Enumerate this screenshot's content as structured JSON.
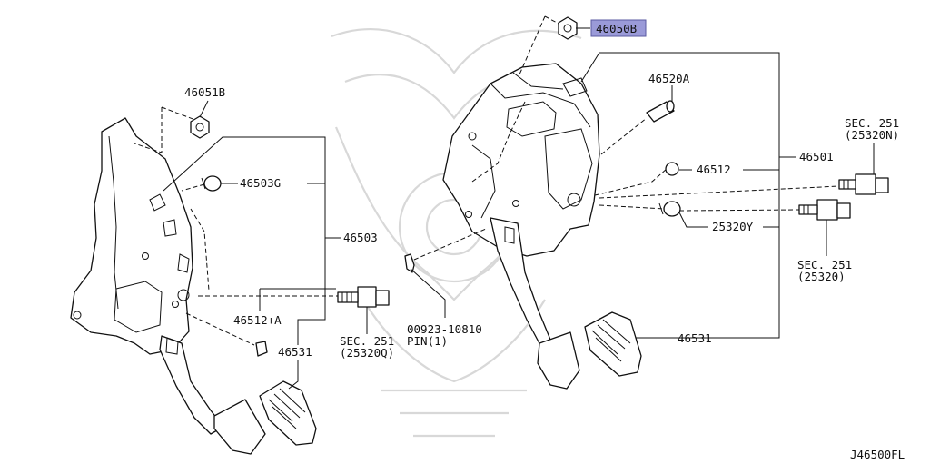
{
  "diagram_id": "J46500FL",
  "highlight_color": "#9a9ad8",
  "labels": {
    "p46050b": "46050B",
    "p46051b": "46051B",
    "p46503g": "46503G",
    "p46503": "46503",
    "p46512a": "46512+A",
    "p46531_left": "46531",
    "sec_253200_a": "SEC. 251",
    "sec_253200_b": "(25320Q)",
    "pin_a": "00923-10810",
    "pin_b": "PIN(1)",
    "p46520a": "46520A",
    "p46512": "46512",
    "p46501": "46501",
    "sec_25320n_a": "SEC. 251",
    "sec_25320n_b": "(25320N)",
    "p25320y": "25320Y",
    "sec_25320_a": "SEC. 251",
    "sec_25320_b": "(25320)",
    "p46531_right": "46531"
  }
}
